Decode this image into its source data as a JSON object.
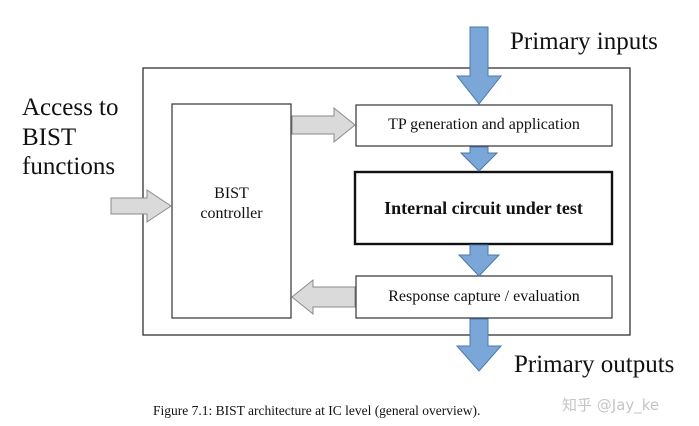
{
  "labels": {
    "primary_inputs": "Primary inputs",
    "primary_outputs": "Primary outputs",
    "access_line1": "Access to",
    "access_line2": "BIST",
    "access_line3": "functions"
  },
  "boxes": {
    "controller_line1": "BIST",
    "controller_line2": "controller",
    "tp_generation": "TP generation and application",
    "circuit_under_test": "Internal circuit under test",
    "response_capture": "Response capture / evaluation"
  },
  "caption": "Figure 7.1: BIST architecture at IC level (general overview).",
  "watermark": "知乎 @Jay_ke",
  "colors": {
    "blue_arrow": "#7aa7d8",
    "blue_arrow_stroke": "#4a78ad",
    "grey_arrow": "#dadada",
    "grey_arrow_stroke": "#8a8a8a"
  }
}
